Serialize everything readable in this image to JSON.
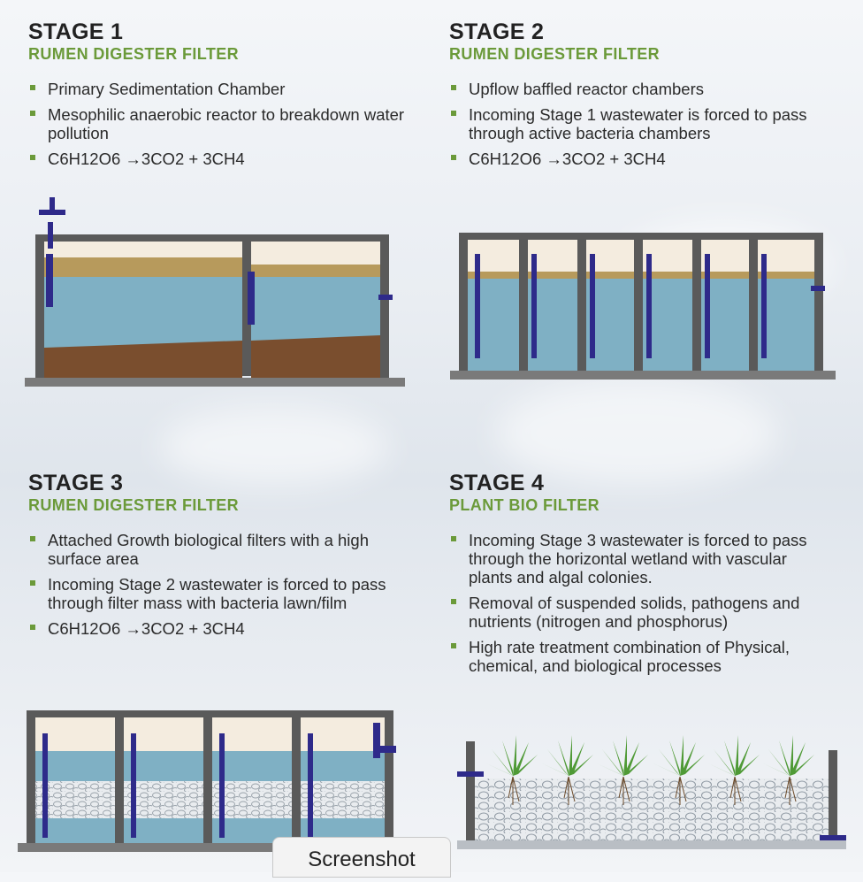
{
  "stages": [
    {
      "title": "STAGE 1",
      "subtitle": "RUMEN DIGESTER FILTER",
      "bullets": [
        "Primary Sedimentation Chamber",
        "Mesophilic anaerobic reactor to breakdown water pollution",
        "C6H12O6 →3CO2 + 3CH4"
      ]
    },
    {
      "title": "STAGE 2",
      "subtitle": "RUMEN DIGESTER FILTER",
      "bullets": [
        "Upflow baffled reactor chambers",
        "Incoming  Stage 1 wastewater is forced to pass through active bacteria chambers",
        "C6H12O6 →3CO2 + 3CH4"
      ]
    },
    {
      "title": "STAGE 3",
      "subtitle": "RUMEN DIGESTER FILTER",
      "bullets": [
        "Attached Growth biological filters with a high surface area",
        "Incoming  Stage 2 wastewater is forced to pass through filter mass with bacteria lawn/film",
        "C6H12O6 →3CO2 + 3CH4"
      ]
    },
    {
      "title": "STAGE 4",
      "subtitle": "PLANT BIO FILTER",
      "bullets": [
        "Incoming  Stage 3 wastewater is forced to pass through the horizontal wetland with vascular plants and algal colonies.",
        "Removal of suspended solids,  pathogens and nutrients (nitrogen and phosphorus)",
        "High rate treatment combination of Physical, chemical, and biological processes"
      ]
    }
  ],
  "caption": "Screenshot",
  "colors": {
    "subtitle_green": "#6b9a3a",
    "tank_wall": "#5a5a5a",
    "water": "#7fb0c4",
    "sludge": "#7a4e2e",
    "scum": "#b79a5c",
    "pipe": "#2e2a8a"
  }
}
